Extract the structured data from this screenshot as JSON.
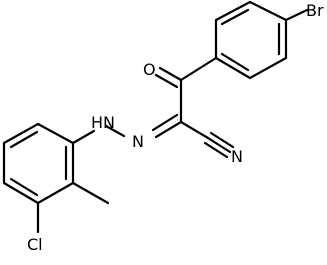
{
  "molecule": {
    "atom_labels": {
      "bromine": "Br",
      "oxygen": "O",
      "nitrile_nitrogen": "N",
      "hydrazone_nh": "HN",
      "imine_nitrogen": "N",
      "chlorine": "Cl"
    }
  }
}
